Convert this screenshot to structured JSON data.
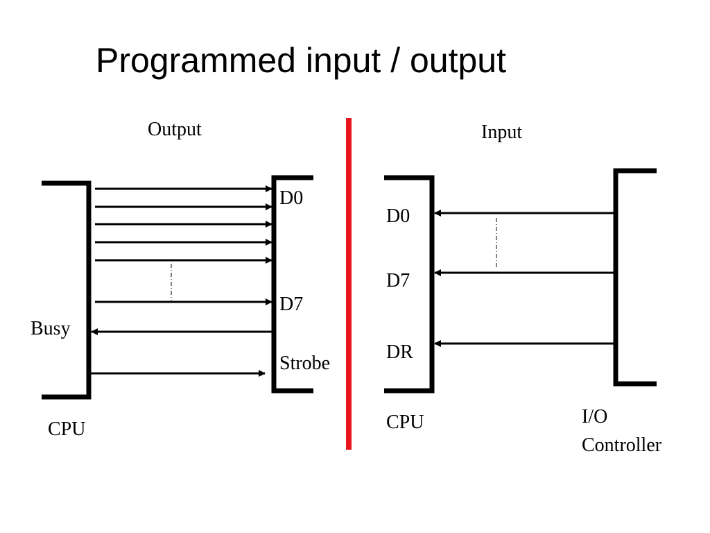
{
  "title": "Programmed input / output",
  "divider_color": "#e8141c",
  "output": {
    "heading": "Output",
    "cpu_label": "CPU",
    "busy_label": "Busy",
    "d0_label": "D0",
    "d7_label": "D7",
    "strobe_label": "Strobe"
  },
  "input": {
    "heading": "Input",
    "cpu_label": "CPU",
    "d0_label": "D0",
    "d7_label": "D7",
    "dr_label": "DR",
    "io_label_line1": "I/O",
    "io_label_line2": "Controller"
  }
}
